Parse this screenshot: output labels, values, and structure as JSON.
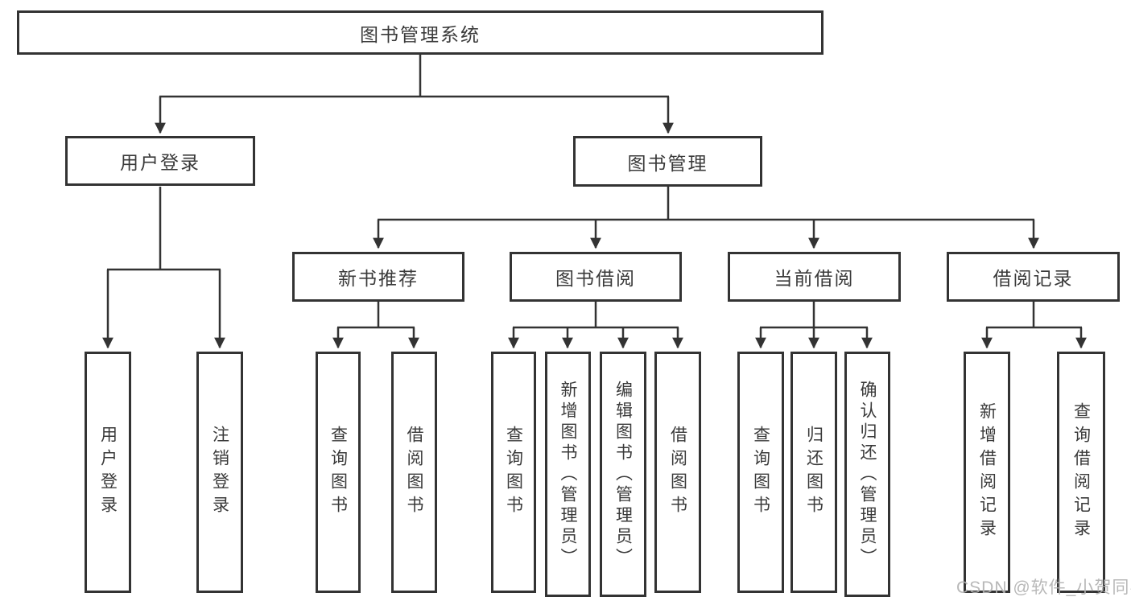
{
  "colors": {
    "line": "#333333",
    "box_border": "#333333",
    "text": "#3a3a3a",
    "watermark": "#b2b2b2",
    "background": "#ffffff"
  },
  "watermark": "CSDN @软件_小贺同学",
  "tree": {
    "root": {
      "label": "图书管理系统"
    },
    "user_login": {
      "label": "用户登录",
      "children": {
        "login": {
          "label": "用户登录"
        },
        "logout": {
          "label": "注销登录"
        }
      }
    },
    "book_management": {
      "label": "图书管理",
      "children": {
        "new_book_recommend": {
          "label": "新书推荐",
          "children": {
            "query": {
              "label": "查询图书"
            },
            "borrow": {
              "label": "借阅图书"
            }
          }
        },
        "book_borrow": {
          "label": "图书借阅",
          "children": {
            "query": {
              "label": "查询图书"
            },
            "add": {
              "label": "新增图书（管理员）"
            },
            "edit": {
              "label": "编辑图书（管理员）"
            },
            "borrow": {
              "label": "借阅图书"
            }
          }
        },
        "current_borrow": {
          "label": "当前借阅",
          "children": {
            "query": {
              "label": "查询图书"
            },
            "return": {
              "label": "归还图书"
            },
            "confirm": {
              "label": "确认归还（管理员）"
            }
          }
        },
        "borrow_record": {
          "label": "借阅记录",
          "children": {
            "add": {
              "label": "新增借阅记录"
            },
            "query": {
              "label": "查询借阅记录"
            }
          }
        }
      }
    }
  }
}
